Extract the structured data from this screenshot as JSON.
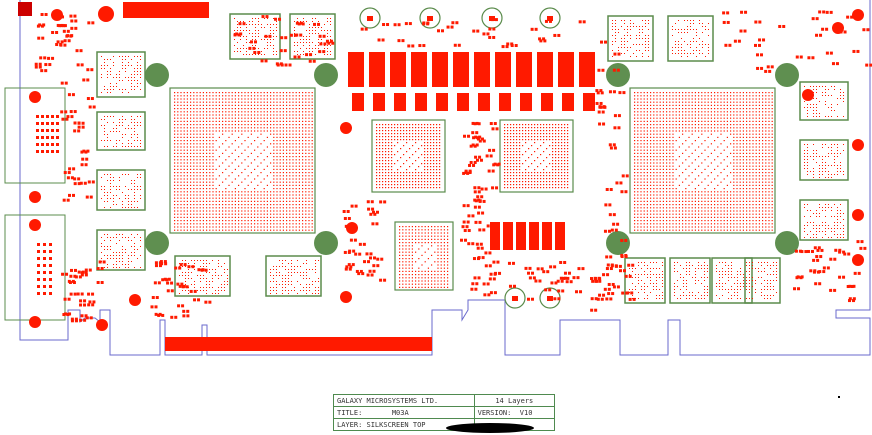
{
  "title_block": {
    "company": "GALAXY MICROSYSTEMS  LTD.",
    "layers": "14 Layers",
    "title_label": "TITLE:",
    "title_value": "M03A",
    "version_label": "VERSION:",
    "version_value": "V10",
    "layer_label": "LAYER: SILKSCREEN TOP"
  },
  "colors": {
    "pad": "#ff1a00",
    "outline": "#5b8c4c",
    "mount_hole": "#5f8f50",
    "board_edge": "#6a6acc"
  }
}
